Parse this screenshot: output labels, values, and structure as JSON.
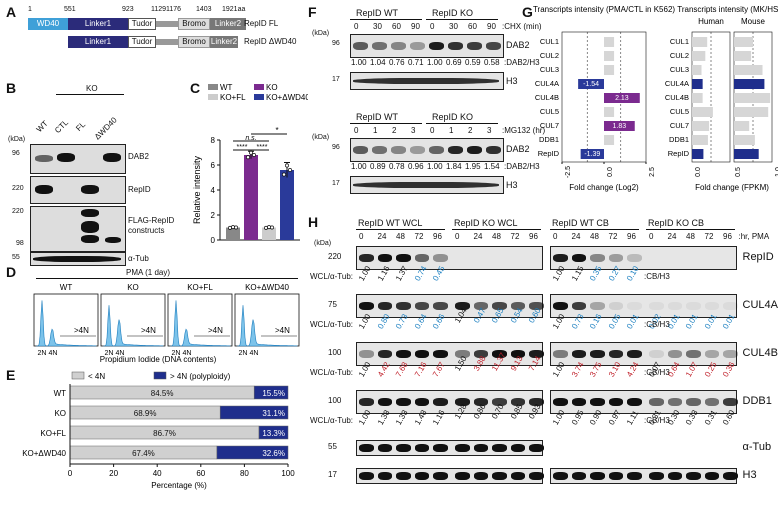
{
  "panel_labels": {
    "A": "A",
    "B": "B",
    "C": "C",
    "D": "D",
    "E": "E",
    "F": "F",
    "G": "G",
    "H": "H"
  },
  "panelA": {
    "positions": [
      "1",
      "551",
      "923",
      "1129",
      "1176",
      "1403",
      "1921aa"
    ],
    "fl": {
      "label": "RepID FL",
      "domains": [
        "WD40",
        "Linker1",
        "Tudor",
        "Bromo",
        "Linker2"
      ]
    },
    "dwd40": {
      "label": "RepID ΔWD40",
      "domains": [
        "Linker1",
        "Tudor",
        "Bromo",
        "Linker2"
      ]
    },
    "colors": {
      "wd40": "#3fa0d8",
      "linker": "#2b2b7a",
      "tudor": "#ffffff",
      "gap": "#999999",
      "bromo": "#dddddd"
    }
  },
  "panelB": {
    "ko_label": "KO",
    "lanes": [
      "WT",
      "CTL",
      "FL",
      "ΔWD40"
    ],
    "kda_label": "(kDa)",
    "blots": [
      {
        "label": "DAB2",
        "marker": "96"
      },
      {
        "label": "RepID",
        "marker": "220"
      },
      {
        "label": "FLAG-RepID constructs",
        "marker_top": "220",
        "marker_bottom": "98"
      },
      {
        "label": "α-Tub",
        "marker": "55"
      }
    ]
  },
  "panelC": {
    "chart_data": {
      "type": "bar",
      "categories": [
        "WT",
        "KO",
        "KO+FL",
        "KO+ΔWD40"
      ],
      "values": [
        1.0,
        6.8,
        1.0,
        5.6
      ],
      "errors": [
        0.05,
        0.3,
        0.05,
        0.6
      ],
      "colors": [
        "#888888",
        "#7b2a8f",
        "#cccccc",
        "#2a3a9a"
      ],
      "legend": [
        "WT",
        "KO",
        "KO+FL",
        "KO+ΔWD40"
      ],
      "ylabel": "Relative intensity",
      "yticks": [
        "0",
        "2",
        "4",
        "6",
        "8"
      ],
      "ylim": [
        0,
        8
      ],
      "sig": [
        "n.s.",
        "****",
        "****",
        "*"
      ]
    }
  },
  "panelD": {
    "title": "PMA (1 day)",
    "conditions": [
      "WT",
      "KO",
      "KO+FL",
      "KO+ΔWD40"
    ],
    "gate": ">4N",
    "xticks": [
      "2N",
      "4N"
    ],
    "xlabel": "Propidium Iodide (DNA contents)"
  },
  "panelE": {
    "chart_data": {
      "type": "bar",
      "orientation": "horizontal-stacked",
      "categories": [
        "WT",
        "KO",
        "KO+FL",
        "KO+ΔWD40"
      ],
      "series": [
        {
          "name": "< 4N",
          "values": [
            84.5,
            68.9,
            86.7,
            67.4
          ],
          "labels": [
            "84.5%",
            "68.9%",
            "86.7%",
            "67.4%"
          ]
        },
        {
          "name": "> 4N (polyploidy)",
          "values": [
            15.5,
            31.1,
            13.3,
            32.6
          ],
          "labels": [
            "15.5%",
            "31.1%",
            "13.3%",
            "32.6%"
          ]
        }
      ],
      "colors": [
        "#d0d0d0",
        "#1f2e8c"
      ],
      "xlabel": "Percentage (%)",
      "xticks": [
        "0",
        "20",
        "40",
        "60",
        "80",
        "100"
      ],
      "xlim": [
        0,
        100
      ]
    }
  },
  "panelF": {
    "top": {
      "groups": [
        "RepID WT",
        "RepID KO"
      ],
      "treatment": ":CHX (min)",
      "lanes": [
        "0",
        "30",
        "60",
        "90",
        "0",
        "30",
        "60",
        "90"
      ],
      "kda_label": "(kDa)",
      "blots": [
        {
          "label": "DAB2",
          "marker": "96"
        },
        {
          "label": "H3",
          "marker": "17"
        }
      ],
      "ratio_label": ":DAB2/H3",
      "ratios": [
        "1.00",
        "1.04",
        "0.76",
        "0.71",
        "1.00",
        "0.69",
        "0.59",
        "0.58"
      ]
    },
    "bottom": {
      "groups": [
        "RepID WT",
        "RepID KO"
      ],
      "treatment": ":MG132 (hr)",
      "lanes": [
        "0",
        "1",
        "2",
        "3",
        "0",
        "1",
        "2",
        "3"
      ],
      "kda_label": "(kDa)",
      "blots": [
        {
          "label": "DAB2",
          "marker": "96"
        },
        {
          "label": "H3",
          "marker": "17"
        }
      ],
      "ratio_label": ":DAB2/H3",
      "ratios": [
        "1.00",
        "0.89",
        "0.78",
        "0.96",
        "1.00",
        "1.84",
        "1.95",
        "1.54"
      ]
    }
  },
  "panelG": {
    "left": {
      "chart_data": {
        "type": "bar",
        "title": "Transcripts intensity (PMA/CTL in K562)",
        "categories": [
          "CUL1",
          "CUL2",
          "CUL3",
          "CUL4A",
          "CUL4B",
          "CUL5",
          "CUL7",
          "DDB1",
          "RepID"
        ],
        "values": [
          0.0,
          0.0,
          0.0,
          -1.54,
          2.13,
          0.0,
          1.83,
          0.0,
          -1.39
        ],
        "labels": [
          "",
          "",
          "",
          "-1.54",
          "2.13",
          "",
          "1.83",
          "",
          "-1.39"
        ],
        "xlabel": "Fold change (Log2)",
        "xticks": [
          "-2.5",
          "0.0",
          "2.5"
        ],
        "xlim": [
          -2.5,
          2.5
        ]
      }
    },
    "right": {
      "chart_data": {
        "type": "bar",
        "title": "Transcripts intensity (MK/HSC)",
        "series": [
          {
            "name": "Human",
            "values": [
              0.4,
              0.35,
              0.25,
              0.28,
              0.28,
              0.55,
              0.45,
              0.42,
              0.3
            ]
          },
          {
            "name": "Mouse",
            "values": [
              0.5,
              0.45,
              0.75,
              0.8,
              0.95,
              0.9,
              0.4,
              0.55,
              0.65
            ]
          }
        ],
        "categories": [
          "CUL1",
          "CUL2",
          "CUL3",
          "CUL4A",
          "CUL4B",
          "CUL5",
          "CUL7",
          "DDB1",
          "RepID"
        ],
        "xlabel": "Fold change (FPKM)",
        "xticks": [
          "0.0",
          "0.5",
          "1.0"
        ],
        "xlim": [
          0,
          1
        ]
      }
    }
  },
  "panelH": {
    "groups": [
      "RepID WT WCL",
      "RepID KO WCL",
      "RepID WT CB",
      "RepID KO CB"
    ],
    "lanes": [
      "0",
      "24",
      "48",
      "72",
      "96"
    ],
    "treatment": ":hr, PMA",
    "kda_label": "(kDa)",
    "wcl_label": "WCL/α-Tub:",
    "cb_label": ":CB/H3",
    "blots": [
      {
        "label": "RepID",
        "marker": "220",
        "wcl": [
          "1.00",
          "1.16",
          "1.37",
          "0.74",
          "0.45"
        ],
        "wcl_colors": [
          "#111",
          "#111",
          "#111",
          "#1a7fc0",
          "#1a7fc0"
        ],
        "cb": [
          "1.00",
          "1.15",
          "0.35",
          "0.27",
          "0.10"
        ],
        "cb_colors": [
          "#111",
          "#111",
          "#1a7fc0",
          "#1a7fc0",
          "#1a7fc0"
        ]
      },
      {
        "label": "CUL4A",
        "marker": "75",
        "wcl": [
          "1.00",
          "0.80",
          "0.73",
          "0.64",
          "0.66",
          "1.04",
          "0.47",
          "0.65",
          "0.54",
          "0.60"
        ],
        "wcl_colors": [
          "#111",
          "#1a7fc0",
          "#1a7fc0",
          "#1a7fc0",
          "#1a7fc0",
          "#111",
          "#1a7fc0",
          "#1a7fc0",
          "#1a7fc0",
          "#1a7fc0"
        ],
        "cb": [
          "1.00",
          "0.73",
          "0.16",
          "0.05",
          "0.01",
          "0.02",
          "0.01",
          "0.01",
          "0.01",
          "0.01"
        ],
        "cb_colors": [
          "#111",
          "#1a7fc0",
          "#1a7fc0",
          "#1a7fc0",
          "#1a7fc0",
          "#1a7fc0",
          "#1a7fc0",
          "#1a7fc0",
          "#1a7fc0",
          "#1a7fc0"
        ]
      },
      {
        "label": "CUL4B",
        "marker": "100",
        "wcl": [
          "1.00",
          "4.42",
          "7.68",
          "7.16",
          "7.67",
          "1.50",
          "3.88",
          "11.37",
          "9.13",
          "7.14"
        ],
        "wcl_colors": [
          "#111",
          "#c0202a",
          "#c0202a",
          "#c0202a",
          "#c0202a",
          "#111",
          "#c0202a",
          "#c0202a",
          "#c0202a",
          "#c0202a"
        ],
        "cb": [
          "1.00",
          "3.74",
          "3.75",
          "3.10",
          "4.24",
          "0.07",
          "0.64",
          "1.07",
          "0.25",
          "0.36"
        ],
        "cb_colors": [
          "#111",
          "#c0202a",
          "#c0202a",
          "#c0202a",
          "#c0202a",
          "#111",
          "#c0202a",
          "#c0202a",
          "#c0202a",
          "#c0202a"
        ]
      },
      {
        "label": "DDB1",
        "marker": "100",
        "wcl": [
          "1.00",
          "1.38",
          "1.33",
          "1.48",
          "1.16",
          "1.28",
          "0.86",
          "0.70",
          "0.85",
          "0.93"
        ],
        "cb": [
          "1.00",
          "0.95",
          "0.90",
          "0.97",
          "1.11",
          "0.31",
          "0.30",
          "0.33",
          "0.31",
          "0.60"
        ]
      },
      {
        "label": "α-Tub",
        "marker": "55"
      },
      {
        "label": "H3",
        "marker": "17"
      }
    ]
  }
}
